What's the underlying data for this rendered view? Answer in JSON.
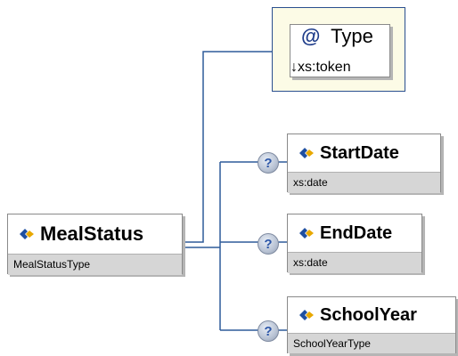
{
  "attribute": {
    "symbol": "@",
    "name": "Type",
    "type": "↓xs:token"
  },
  "root": {
    "name": "MealStatus",
    "type": "MealStatusType"
  },
  "children": [
    {
      "name": "StartDate",
      "type": "xs:date",
      "optional_marker": "?"
    },
    {
      "name": "EndDate",
      "type": "xs:date",
      "optional_marker": "?"
    },
    {
      "name": "SchoolYear",
      "type": "SchoolYearType",
      "optional_marker": "?"
    }
  ],
  "colors": {
    "connector": "#2f5b9a",
    "type_band": "#d6d6d6",
    "attribute_bg": "#fcfbe6",
    "attribute_border": "#2a4f8f"
  }
}
